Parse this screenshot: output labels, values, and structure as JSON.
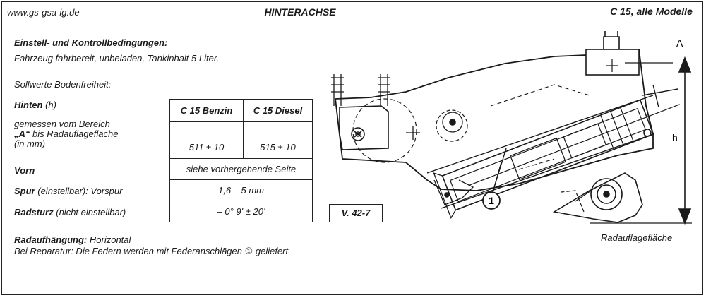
{
  "header": {
    "website": "www.gs-gsa-ig.de",
    "title": "HINTERACHSE",
    "model": "C 15, alle Modelle"
  },
  "conditions": {
    "heading": "Einstell- und Kontrollbedingungen:",
    "text": "Fahrzeug fahrbereit, unbeladen, Tankinhalt 5 Liter."
  },
  "ground_clearance_label": "Sollwerte Bodenfreiheit:",
  "rows": {
    "hinten_bold": "Hinten",
    "hinten_rest": "(h)",
    "measured_line1": "gemessen vom Bereich",
    "measured_A": "„A“",
    "measured_line2_rest": "bis Radauflagefläche",
    "measured_line3": "(in mm)",
    "vorn": "Vorn",
    "spur_bold": "Spur",
    "spur_rest": "(einstellbar): Vorspur",
    "radsturz_bold": "Radsturz",
    "radsturz_rest": "(nicht einstellbar)"
  },
  "table": {
    "col1_header": "C 15 Benzin",
    "col2_header": "C 15 Diesel",
    "hinten_benzin": "511 ± 10",
    "hinten_diesel": "515 ± 10",
    "vorn_value": "siehe vorhergehende Seite",
    "spur_value": "1,6 – 5 mm",
    "radsturz_value": "– 0° 9' ± 20'"
  },
  "reference": "V. 42-7",
  "suspension": {
    "bold": "Radaufhängung:",
    "rest": "Horizontal",
    "repair": "Bei Reparatur: Die Federn werden mit Federanschlägen ① geliefert."
  },
  "drawing": {
    "label_A": "A",
    "label_h": "h",
    "callout": "1",
    "caption": "Radauflagefläche"
  }
}
